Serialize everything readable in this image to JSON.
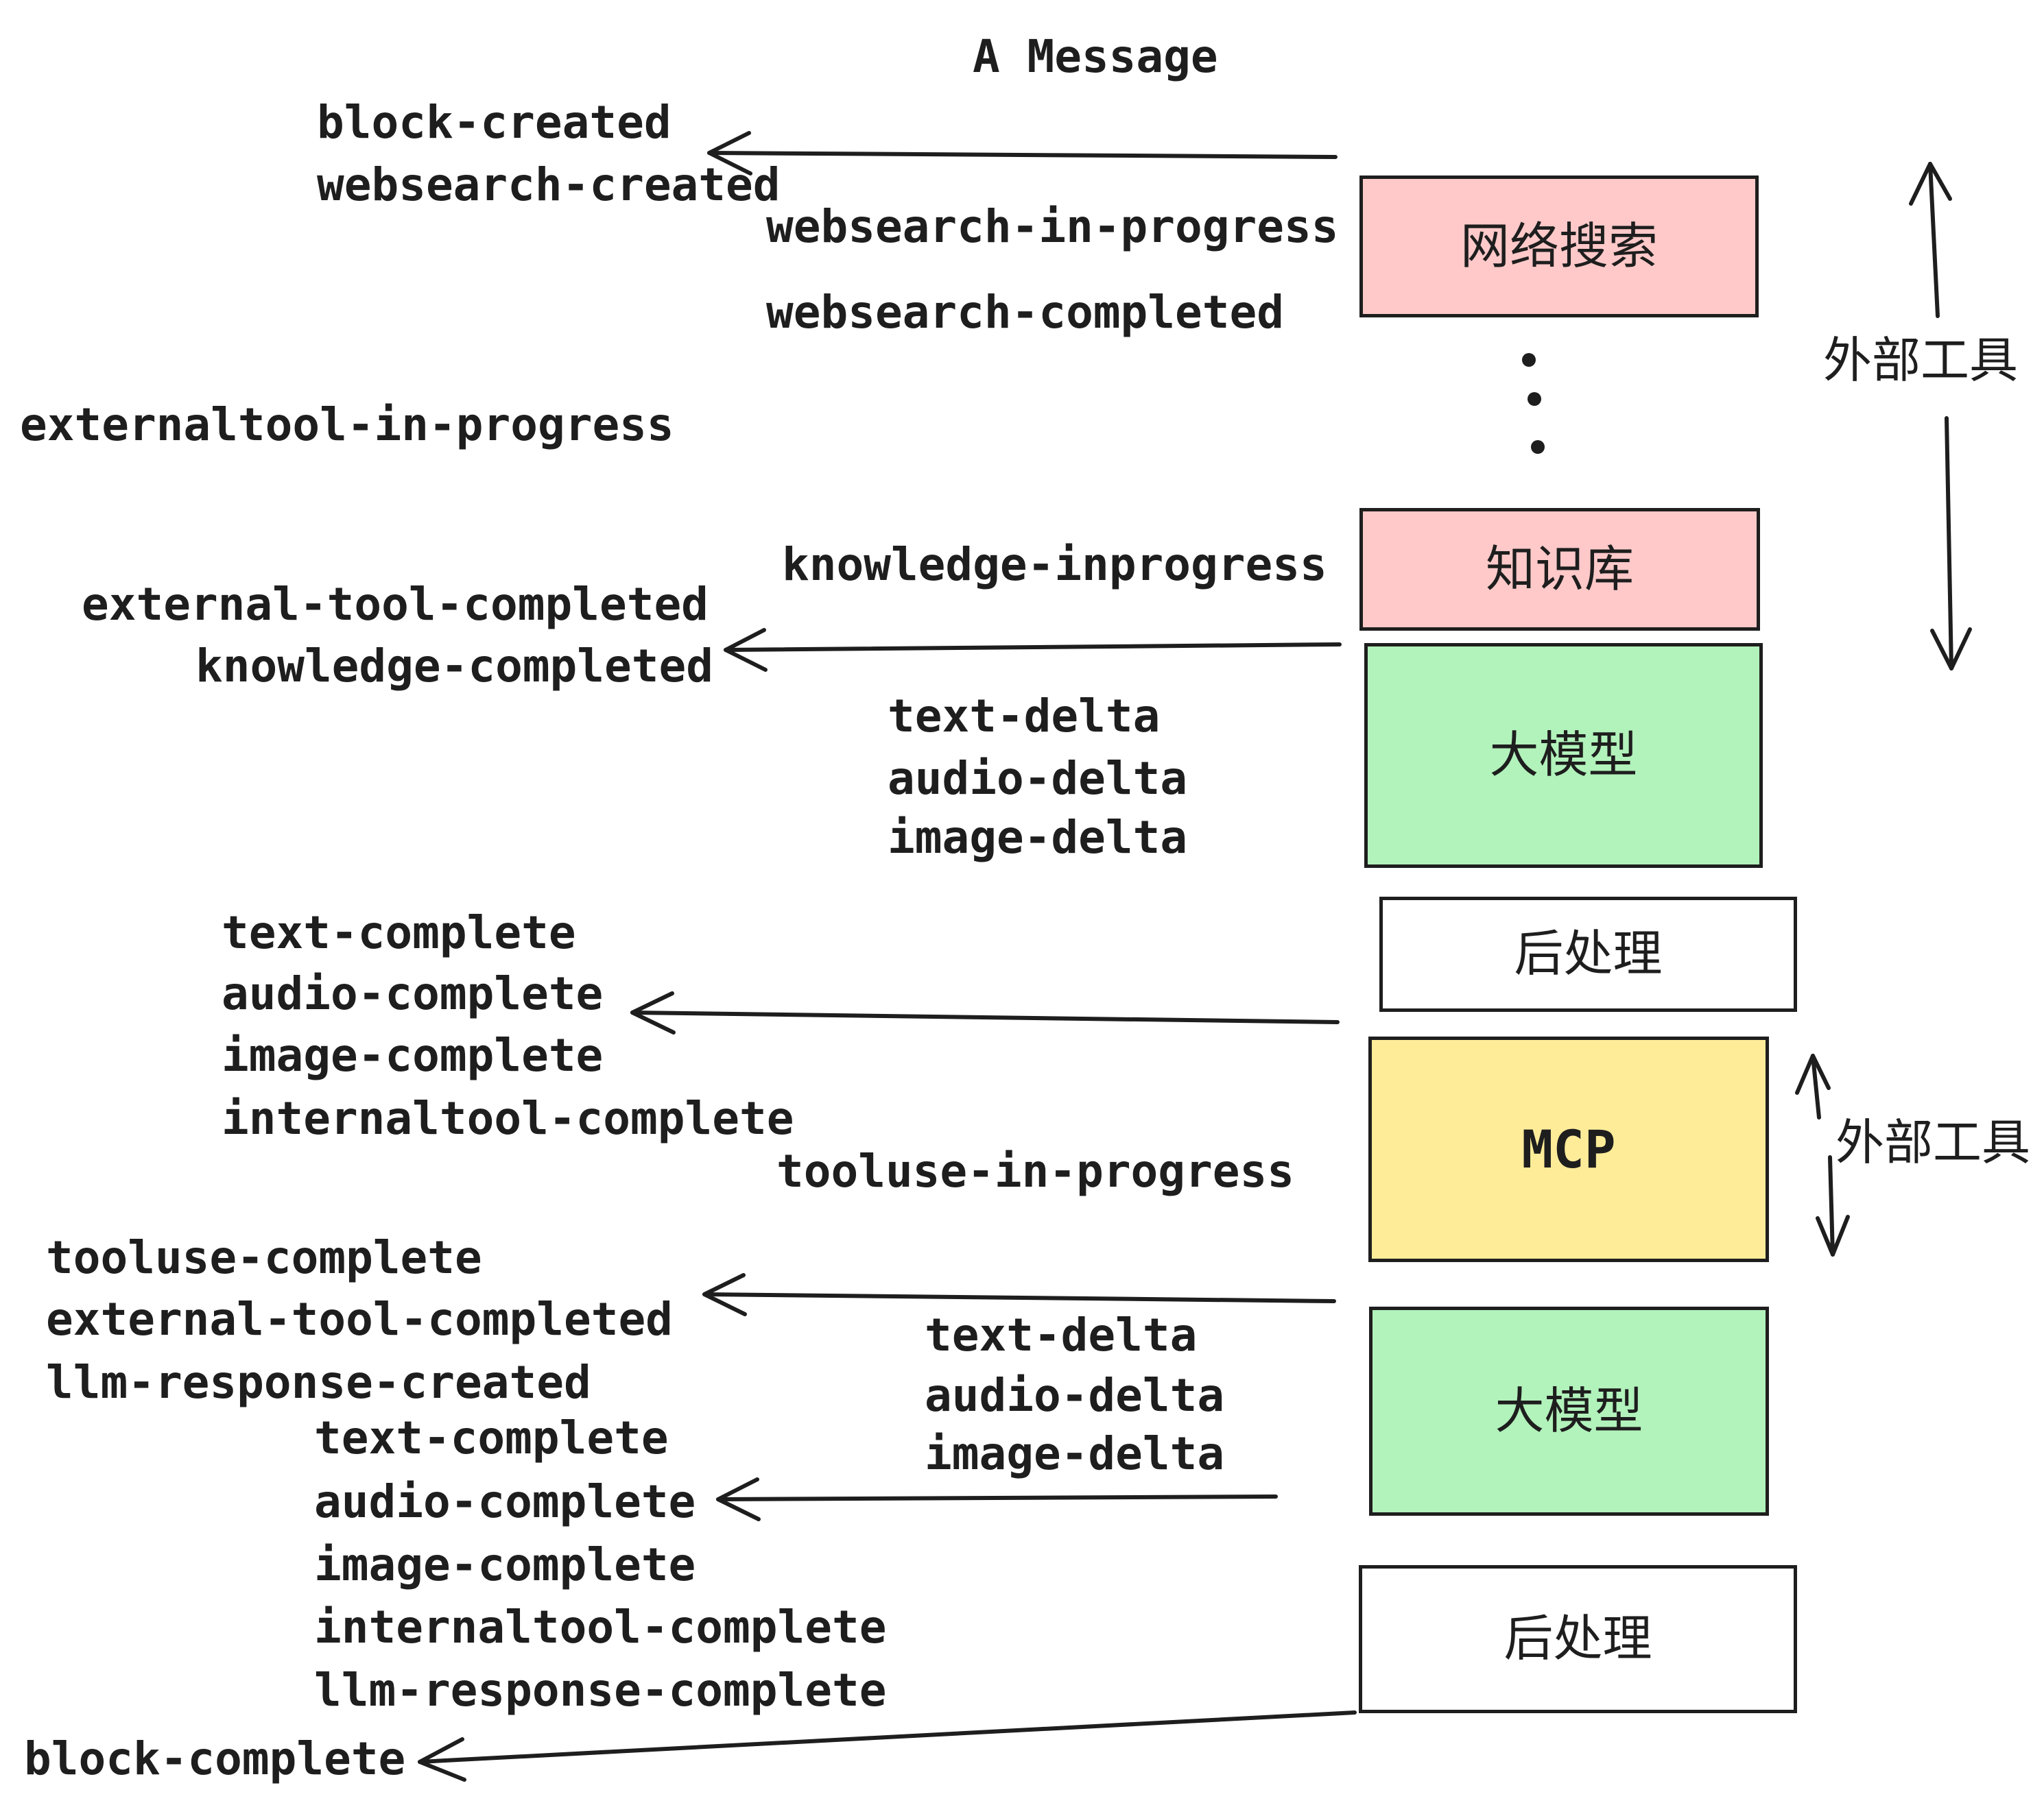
{
  "title": "A Message",
  "boxes": {
    "websearch": "网络搜索",
    "knowledge": "知识库",
    "llm": "大模型",
    "post": "后处理",
    "mcp": "MCP"
  },
  "side_labels": {
    "external_tool": "外部工具"
  },
  "events": {
    "block_created": "block-created",
    "websearch_created": "websearch-created",
    "websearch_in_progress": "websearch-in-progress",
    "websearch_completed": "websearch-completed",
    "externaltool_in_progress": "externaltool-in-progress",
    "knowledge_inprogress": "knowledge-inprogress",
    "external_tool_completed": "external-tool-completed",
    "knowledge_completed": "knowledge-completed",
    "text_delta": "text-delta",
    "audio_delta": "audio-delta",
    "image_delta": "image-delta",
    "text_complete": "text-complete",
    "audio_complete": "audio-complete",
    "image_complete": "image-complete",
    "internaltool_complete": "internaltool-complete",
    "tooluse_in_progress": "tooluse-in-progress",
    "tooluse_complete": "tooluse-complete",
    "llm_response_created": "llm-response-created",
    "llm_response_complete": "llm-response-complete",
    "block_complete": "block-complete"
  },
  "colors": {
    "ink": "#1E1E1E",
    "external_tool_box": "#FFC9C9",
    "llm_box": "#B2F2BB",
    "mcp_box": "#FFEC99",
    "post_box": "#FFFFFF"
  }
}
